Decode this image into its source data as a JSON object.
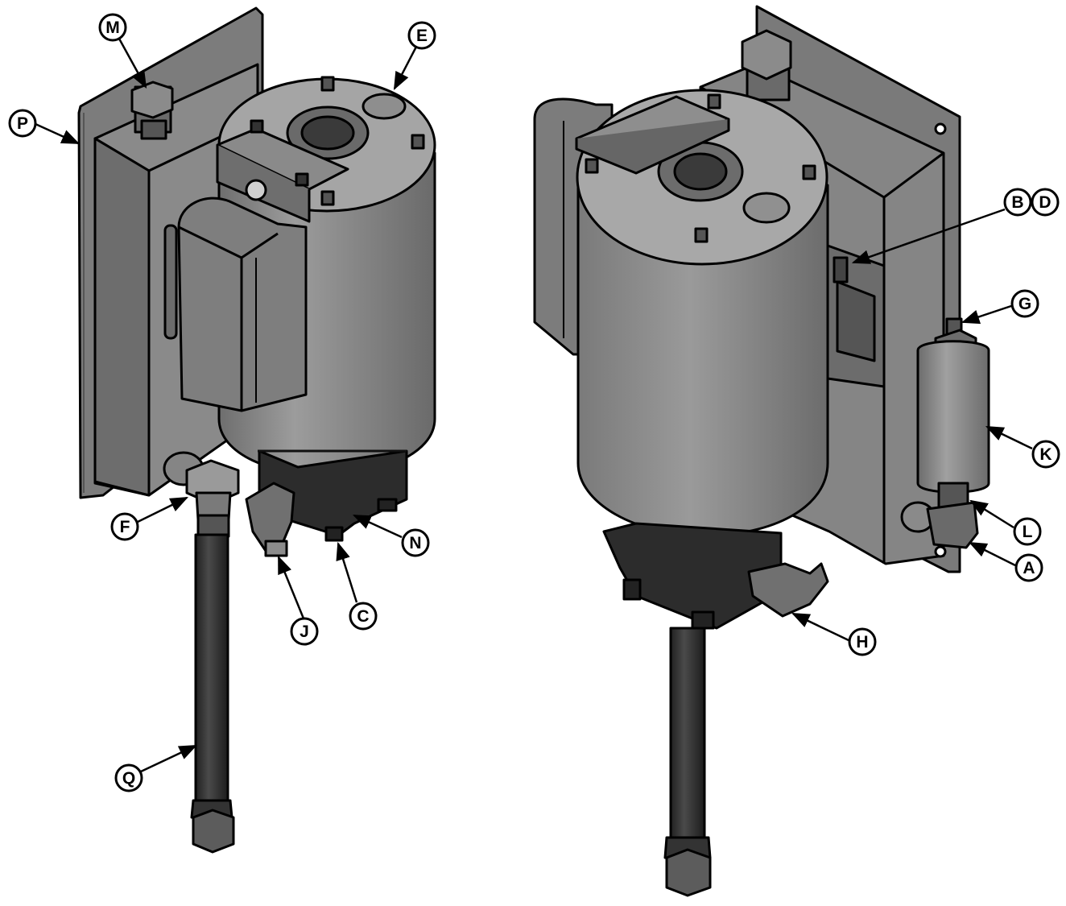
{
  "figure": {
    "views": [
      {
        "id": "left-view"
      },
      {
        "id": "right-view"
      }
    ]
  },
  "callouts": {
    "M": "M",
    "E": "E",
    "P": "P",
    "F": "F",
    "J": "J",
    "C": "C",
    "N": "N",
    "Q": "Q",
    "B": "B",
    "D": "D",
    "G": "G",
    "K": "K",
    "L": "L",
    "A": "A",
    "H": "H"
  }
}
